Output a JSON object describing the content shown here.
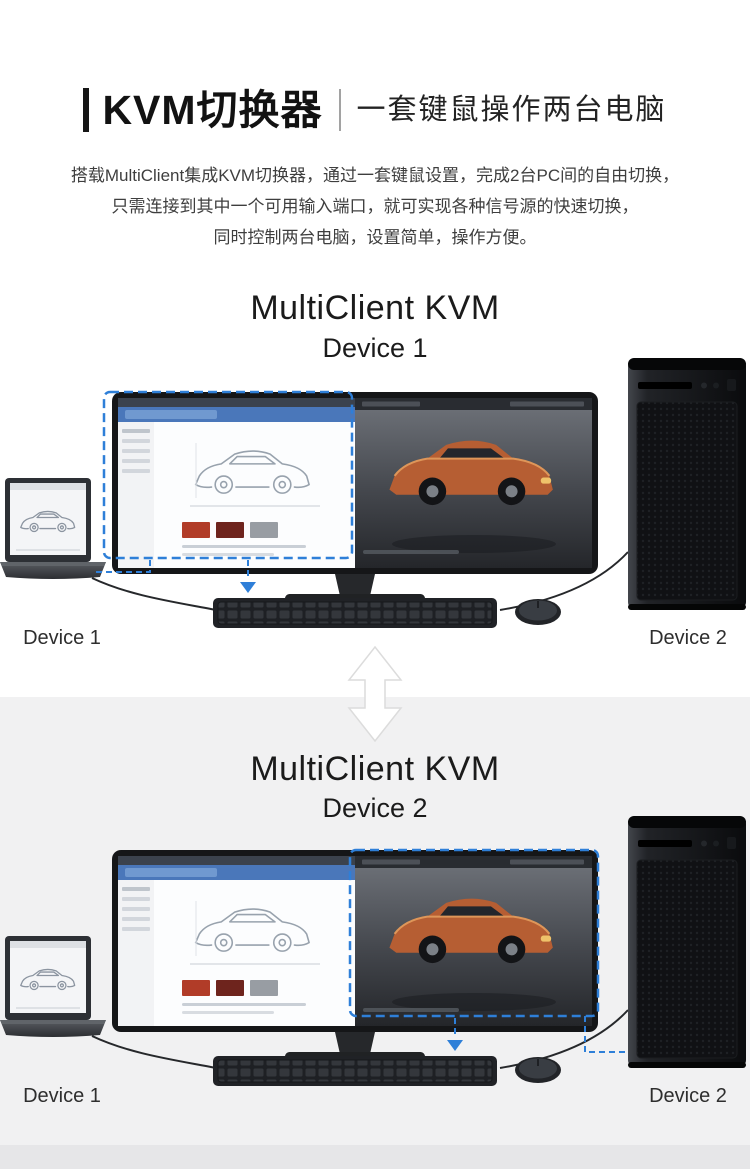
{
  "header": {
    "title": "KVM切换器",
    "subtitle": "一套键鼠操作两台电脑"
  },
  "description": {
    "lines": [
      "搭载MultiClient集成KVM切换器，通过一套键鼠设置，完成2台PC间的自由切换，",
      "只需连接到其中一个可用输入端口，就可实现各种信号源的快速切换，",
      "同时控制两台电脑，设置简单，操作方便。"
    ]
  },
  "sections": [
    {
      "title": "MultiClient KVM",
      "subtitle": "Device 1",
      "labels": {
        "left": "Device 1",
        "right": "Device 2"
      }
    },
    {
      "title": "MultiClient KVM",
      "subtitle": "Device 2",
      "labels": {
        "left": "Device 1",
        "right": "Device 2"
      }
    }
  ],
  "icons": {
    "swap_arrow": "vertical-double-arrow",
    "connection_arrow": "down-triangle"
  },
  "colors": {
    "accent_blue": "#2e7fd8",
    "lower_section_bg": "#f1f1f2",
    "heading_text": "#1b1b1b",
    "body_text": "#3e3e3e"
  }
}
